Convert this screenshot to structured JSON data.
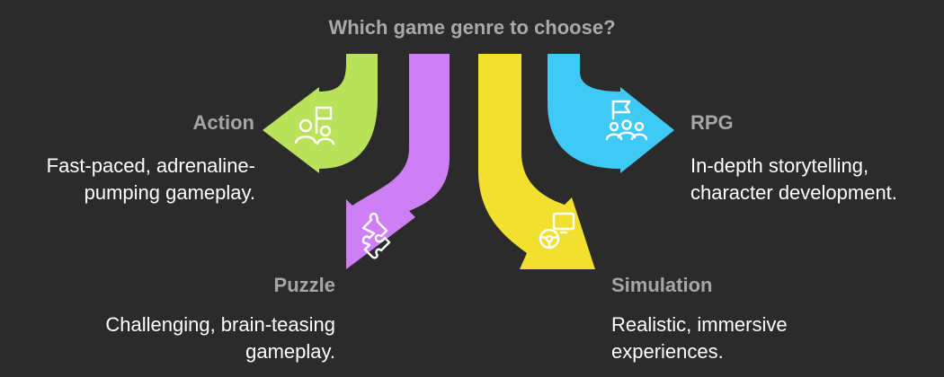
{
  "title": "Which game genre to choose?",
  "options": [
    {
      "label": "Action",
      "description": [
        "Fast-paced, adrenaline-",
        "pumping gameplay."
      ],
      "color": "#b9e15a",
      "icon": "people-flag-icon"
    },
    {
      "label": "Puzzle",
      "description": [
        "Challenging, brain-teasing",
        "gameplay."
      ],
      "color": "#cf7ff5",
      "icon": "puzzle-piece-icon"
    },
    {
      "label": "Simulation",
      "description": [
        "Realistic, immersive",
        "experiences."
      ],
      "color": "#f2e02e",
      "icon": "steering-wheel-monitor-icon"
    },
    {
      "label": "RPG",
      "description": [
        "In-depth storytelling,",
        "character development."
      ],
      "color": "#3fcaf5",
      "icon": "group-flag-icon"
    }
  ]
}
